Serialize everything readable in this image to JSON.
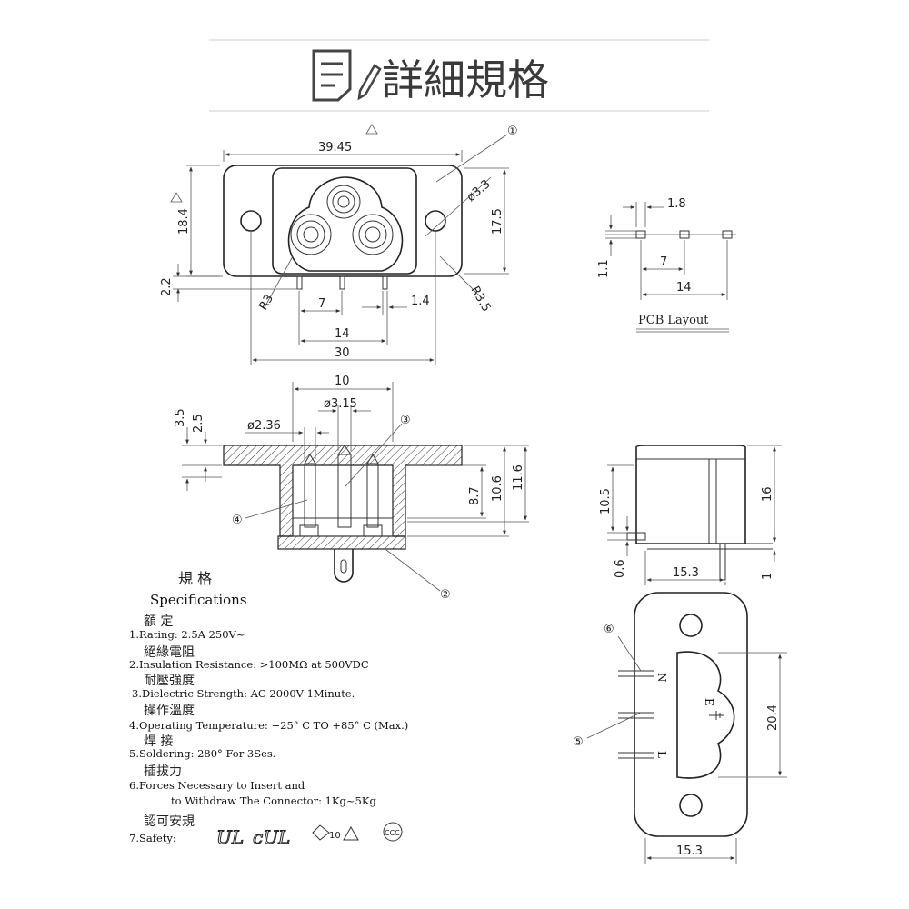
{
  "header": {
    "title": "詳細規格"
  },
  "top_view": {
    "dim_width": "39.45",
    "dim_height": "18.4",
    "dim_hole_dia": "ø3.3",
    "dim_body_height": "17.5",
    "dim_pin_offset": "2.2",
    "dim_r3": "R3",
    "dim_r35": "R3.5",
    "dim_pin_pitch": "7",
    "dim_pin_width": "1.4",
    "dim_pin_span": "14",
    "dim_hole_span": "30",
    "callout_1": "①"
  },
  "pcb": {
    "dim_pad": "1.8",
    "dim_pad_height": "1.1",
    "dim_pitch": "7",
    "dim_span": "14",
    "label": "PCB Layout"
  },
  "section_view": {
    "dim_top": "10",
    "dim_hole": "ø3.15",
    "dim_pin_dia": "ø2.36",
    "dim_3_5": "3.5",
    "dim_2_5": "2.5",
    "dim_8_7": "8.7",
    "dim_10_6": "10.6",
    "dim_11_6": "11.6",
    "callout_2": "②",
    "callout_3": "③",
    "callout_4": "④"
  },
  "side_view": {
    "dim_10_5": "10.5",
    "dim_16": "16",
    "dim_0_6": "0.6",
    "dim_15_3": "15.3",
    "dim_1": "1"
  },
  "back_view": {
    "dim_20_4": "20.4",
    "dim_15_3": "15.3",
    "label_n": "N",
    "label_e": "E",
    "label_l": "L",
    "callout_5": "⑤",
    "callout_6": "⑥"
  },
  "specs": {
    "heading_cn": "規 格",
    "heading_en": "Specifications",
    "items": [
      {
        "cn": "額 定",
        "en": "1.Rating: 2.5A 250V~"
      },
      {
        "cn": "絕緣電阻",
        "en": "2.Insulation Resistance: >100MΩ at 500VDC"
      },
      {
        "cn": "耐壓強度",
        "en": "3.Dielectric Strength: AC 2000V 1Minute."
      },
      {
        "cn": "操作溫度",
        "en": "4.Operating Temperature: −25° C TO +85° C (Max.)"
      },
      {
        "cn": "焊 接",
        "en": "5.Soldering: 280° For 3Ses."
      },
      {
        "cn": "插拔力",
        "en": "6.Forces Necessary to Insert and"
      },
      {
        "cn": "認可安規",
        "en": "7.Safety:"
      }
    ],
    "force_line2": "to Withdraw The Connector: 1Kg~5Kg",
    "safety_marks": [
      "UL",
      "cUL",
      "10",
      "CCC"
    ]
  }
}
